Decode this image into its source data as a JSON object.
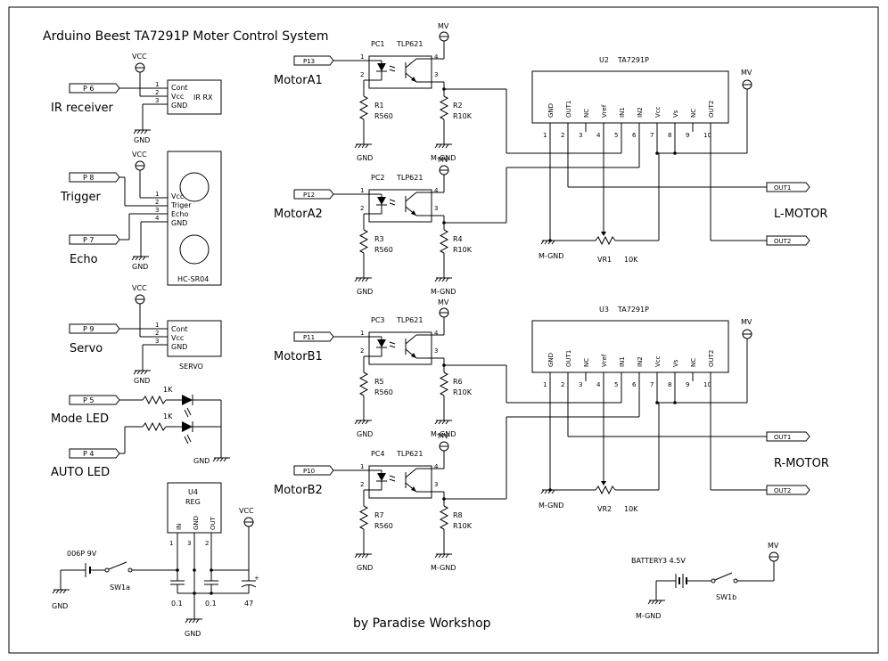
{
  "title": "Arduino  Beest  TA7291P Moter Control System",
  "footer": "by Paradise Workshop",
  "left": {
    "ir": {
      "label": "IR receiver",
      "port": "P 6",
      "vcc": "VCC",
      "gnd": "GND",
      "pins": [
        "1",
        "2",
        "3"
      ],
      "pin_names": [
        "Cont",
        "Vcc",
        "GND"
      ],
      "name": "IR RX"
    },
    "sonar": {
      "trigger_label": "Trigger",
      "echo_label": "Echo",
      "trigger_port": "P 8",
      "echo_port": "P 7",
      "vcc": "VCC",
      "gnd": "GND",
      "pins": [
        "1",
        "2",
        "3",
        "4"
      ],
      "pin_names": [
        "Vcc",
        "Triger",
        "Echo",
        "GND"
      ],
      "name": "HC-SR04"
    },
    "servo": {
      "label": "Servo",
      "port": "P 9",
      "vcc": "VCC",
      "gnd": "GND",
      "pins": [
        "1",
        "2",
        "3"
      ],
      "pin_names": [
        "Cont",
        "Vcc",
        "GND"
      ],
      "name": "SERVO"
    },
    "leds": {
      "mode_label": "Mode LED",
      "auto_label": "AUTO LED",
      "mode_port": "P 5",
      "auto_port": "P 4",
      "r1": "1K",
      "r2": "1K",
      "gnd": "GND"
    },
    "reg": {
      "ref": "U4",
      "name": "REG",
      "pins": [
        "IN",
        "GND",
        "OUT"
      ],
      "pin_nums": [
        "1",
        "3",
        "2"
      ],
      "vcc": "VCC",
      "battery": "006P  9V",
      "switch": "SW1a",
      "gnd_left": "GND",
      "gnd_bottom": "GND",
      "c1": "0.1",
      "c2": "0.1",
      "c3": "47"
    }
  },
  "channels": [
    {
      "label": "MotorA1",
      "port": "P13",
      "pc": "PC1",
      "part": "TLP621",
      "r_led": "R1",
      "r_led_val": "R560",
      "r_pull": "R2",
      "r_pull_val": "R10K",
      "gnd": "GND",
      "mgnd": "M-GND",
      "mv": "MV",
      "pins": [
        "1",
        "2",
        "3",
        "4"
      ]
    },
    {
      "label": "MotorA2",
      "port": "P12",
      "pc": "PC2",
      "part": "TLP621",
      "r_led": "R3",
      "r_led_val": "R560",
      "r_pull": "R4",
      "r_pull_val": "R10K",
      "gnd": "GND",
      "mgnd": "M-GND",
      "mv": "MV",
      "pins": [
        "1",
        "2",
        "3",
        "4"
      ]
    },
    {
      "label": "MotorB1",
      "port": "P11",
      "pc": "PC3",
      "part": "TLP621",
      "r_led": "R5",
      "r_led_val": "R560",
      "r_pull": "R6",
      "r_pull_val": "R10K",
      "gnd": "GND",
      "mgnd": "M-GND",
      "mv": "MV",
      "pins": [
        "1",
        "2",
        "3",
        "4"
      ]
    },
    {
      "label": "MotorB2",
      "port": "P10",
      "pc": "PC4",
      "part": "TLP621",
      "r_led": "R7",
      "r_led_val": "R560",
      "r_pull": "R8",
      "r_pull_val": "R10K",
      "gnd": "GND",
      "mgnd": "M-GND",
      "mv": "MV",
      "pins": [
        "1",
        "2",
        "3",
        "4"
      ]
    }
  ],
  "drivers": [
    {
      "ref": "U2",
      "part": "TA7291P",
      "motor": "L-MOTOR",
      "vr": "VR1",
      "vr_val": "10K",
      "mgnd": "M-GND",
      "mv": "MV",
      "out1": "OUT1",
      "out2": "OUT2"
    },
    {
      "ref": "U3",
      "part": "TA7291P",
      "motor": "R-MOTOR",
      "vr": "VR2",
      "vr_val": "10K",
      "mgnd": "M-GND",
      "mv": "MV",
      "out1": "OUT1",
      "out2": "OUT2"
    }
  ],
  "driver_pins": [
    "GND",
    "OUT1",
    "NC",
    "Vref",
    "IN1",
    "IN2",
    "Vcc",
    "Vs",
    "NC",
    "OUT2"
  ],
  "driver_pin_nums": [
    "1",
    "2",
    "3",
    "4",
    "5",
    "6",
    "7",
    "8",
    "9",
    "10"
  ],
  "battery2": {
    "label": "BATTERY3  4.5V",
    "switch": "SW1b",
    "mgnd": "M-GND",
    "mv": "MV"
  }
}
